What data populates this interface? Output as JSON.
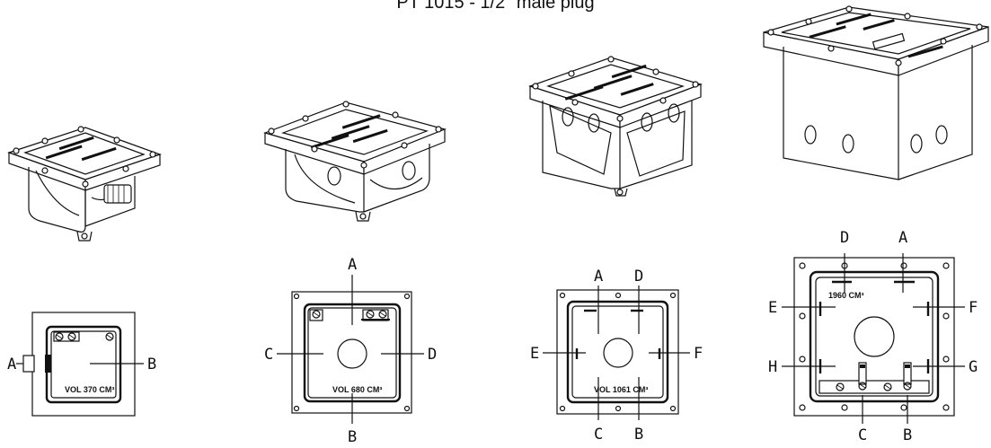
{
  "caption": "PT 1015 - 1/2\" male plug",
  "views": [
    {
      "volume": "VOL 370 CM³",
      "labels": [
        "A",
        "B"
      ]
    },
    {
      "volume": "VOL 680 CM³",
      "labels": [
        "A",
        "B",
        "C",
        "D"
      ]
    },
    {
      "volume": "VOL 1061 CM³",
      "labels": [
        "A",
        "B",
        "C",
        "D",
        "E",
        "F"
      ]
    },
    {
      "volume": "1960 CM³",
      "labels": [
        "A",
        "B",
        "C",
        "D",
        "E",
        "F",
        "G",
        "H"
      ]
    }
  ]
}
